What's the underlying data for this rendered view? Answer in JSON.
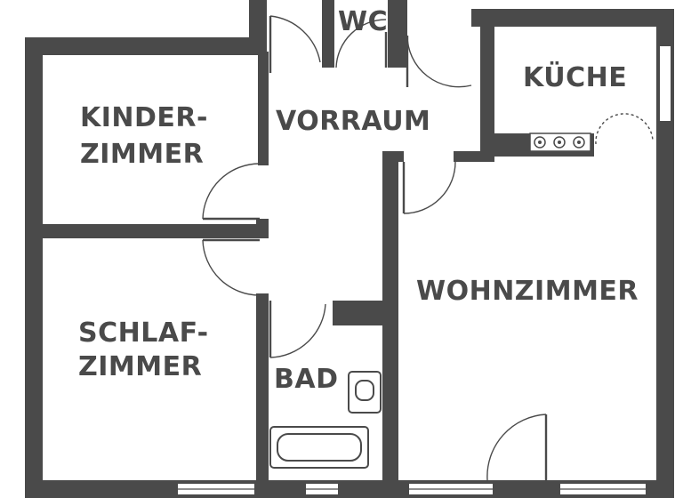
{
  "floor_plan": {
    "colors": {
      "wall": "#4a4a4a",
      "background": "#ffffff"
    },
    "rooms": {
      "wc": {
        "label": "WC"
      },
      "kueche": {
        "label": "KÜCHE"
      },
      "kinderzimmer": {
        "label_line1": "KINDER-",
        "label_line2": "ZIMMER"
      },
      "vorraum": {
        "label": "VORRAUM"
      },
      "wohnzimmer": {
        "label": "WOHNZIMMER"
      },
      "schlafzimmer": {
        "label_line1": "SCHLAF-",
        "label_line2": "ZIMMER"
      },
      "bad": {
        "label": "BAD"
      }
    },
    "fixtures": {
      "stove_burners": 3,
      "toilet": "toilet-icon",
      "bathtub": "bathtub-icon"
    }
  }
}
